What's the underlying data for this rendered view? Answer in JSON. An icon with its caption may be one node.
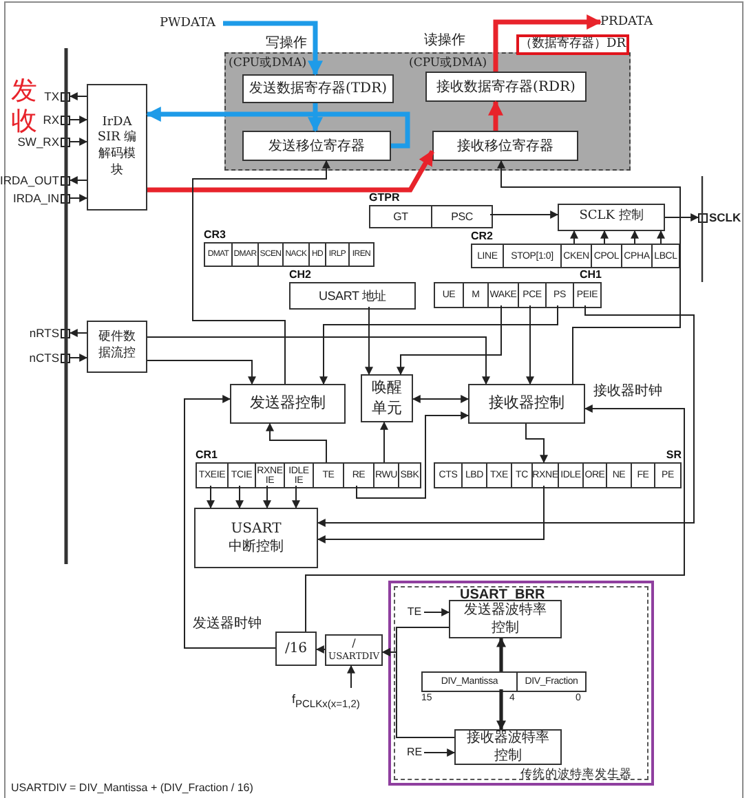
{
  "diagram": {
    "nodes": [
      {
        "text": [
          "PWDATA"
        ]
      },
      {
        "text": [
          "PRDATA"
        ]
      },
      {
        "text": [
          "(CPU或DMA)",
          "(CPU或DMA)"
        ]
      },
      {
        "text": [
          "发送数据寄存器(TDR)"
        ],
        "in": 2
      },
      {
        "text": [
          "发送移位寄存器"
        ],
        "in": 2
      },
      {
        "text": [
          "接收数据寄存器(RDR)"
        ],
        "in": 2
      },
      {
        "text": [
          "接收移位寄存器"
        ],
        "in": 2
      },
      {
        "text": [
          "IrDA SIR 编解码模块"
        ]
      },
      {
        "text": [
          "TX"
        ]
      },
      {
        "text": [
          "RX"
        ]
      },
      {
        "text": [
          "SW_RX"
        ]
      },
      {
        "text": [
          "IRDA_OUT"
        ]
      },
      {
        "text": [
          "IRDA_IN"
        ]
      },
      {
        "text": [
          "硬件数据流控"
        ]
      },
      {
        "text": [
          "nRTS"
        ]
      },
      {
        "text": [
          "nCTS"
        ]
      },
      {
        "text": [
          "GTPR",
          "GT",
          "PSC"
        ]
      },
      {
        "text": [
          "SCLK 控制"
        ]
      },
      {
        "text": [
          "SCLK"
        ]
      },
      {
        "text": [
          "CR3",
          "DMAT",
          "DMAR",
          "SCEN",
          "NACK",
          "HD",
          "IRLP",
          "IREN"
        ]
      },
      {
        "text": [
          "CH2",
          "USART 地址"
        ]
      },
      {
        "text": [
          "CR2",
          "LINE",
          "STOP[1:0]",
          "CKEN",
          "CPOL",
          "CPHA",
          "LBCL"
        ]
      },
      {
        "text": [
          "CH1",
          "UE",
          "M",
          "WAKE",
          "PCE",
          "PS",
          "PEIE"
        ]
      },
      {
        "text": [
          "发送器控制"
        ]
      },
      {
        "text": [
          "唤醒单元"
        ]
      },
      {
        "text": [
          "接收器控制"
        ]
      },
      {
        "text": [
          "CR1",
          "TXEIE",
          "TCIE",
          "RXNE IE",
          "IDLE IE",
          "TE",
          "RE",
          "RWU",
          "SBK"
        ]
      },
      {
        "text": [
          "SR",
          "CTS",
          "LBD",
          "TXE",
          "TC",
          "RXNE",
          "IDLE",
          "ORE",
          "NE",
          "FE",
          "PE"
        ]
      },
      {
        "text": [
          "USART",
          "中断控制"
        ]
      },
      {
        "text": [
          "/16"
        ]
      },
      {
        "text": [
          "/$_{USARTDIV}$"
        ]
      },
      {
        "text": [
          "f$_{PCLKx(x=1,2)}$"
        ]
      },
      {
        "text": [
          "USART_BRR",
          "传统的波特率发生器"
        ]
      },
      {
        "text": [
          "发送器波特率控制"
        ],
        "in": 32
      },
      {
        "text": [
          "DIV_Mantissa",
          "DIV_Fraction"
        ],
        "beside": [
          "15",
          "4",
          "0"
        ],
        "in": 32
      },
      {
        "text": [
          "接收器波特率控制"
        ],
        "in": 32
      },
      {
        "text": [
          "TE"
        ],
        "in": 32
      },
      {
        "text": [
          "RE"
        ],
        "in": 32
      },
      {
        "text": [
          "（数据寄存器）DR"
        ]
      }
    ],
    "edges": [
      {
        "from": 0,
        "to": 3,
        "arrow": "to",
        "style": "thick",
        "color": "#1e9be8"
      },
      {
        "from": 3,
        "to": 4,
        "arrow": "to",
        "style": "thick",
        "color": "#1e9be8"
      },
      {
        "from": 4,
        "to": 7,
        "arrow": "to",
        "style": "thick",
        "color": "#1e9be8"
      },
      {
        "from": 7,
        "to": 6,
        "arrow": "to",
        "style": "thick",
        "color": "#e8232b"
      },
      {
        "from": 6,
        "to": 5,
        "arrow": "to",
        "style": "thick",
        "color": "#e8232b"
      },
      {
        "from": 5,
        "to": 1,
        "arrow": "to",
        "style": "thick",
        "color": "#e8232b"
      },
      {
        "from": 7,
        "to": 8,
        "arrow": "to"
      },
      {
        "from": 9,
        "to": 7,
        "arrow": "to"
      },
      {
        "from": 10,
        "to": 7,
        "arrow": "to"
      },
      {
        "from": 7,
        "to": 11,
        "arrow": "to"
      },
      {
        "from": 12,
        "to": 7,
        "arrow": "to"
      },
      {
        "from": 13,
        "to": 14,
        "arrow": "to"
      },
      {
        "from": 15,
        "to": 13,
        "arrow": "to"
      },
      {
        "from": 13,
        "to": 23,
        "arrow": "to"
      },
      {
        "from": 13,
        "to": 25,
        "arrow": "to"
      },
      {
        "from": 23,
        "to": 4,
        "arrow": "to"
      },
      {
        "from": 16,
        "to": 17,
        "arrow": "to"
      },
      {
        "from": 17,
        "to": 18,
        "arrow": "to"
      },
      {
        "from": 21,
        "to": 17,
        "arrow": "to"
      },
      {
        "from": 21,
        "to": 17,
        "arrow": "to"
      },
      {
        "from": 21,
        "to": 17,
        "arrow": "to"
      },
      {
        "from": 21,
        "to": 17,
        "arrow": "to"
      },
      {
        "from": 20,
        "to": 24,
        "arrow": "to"
      },
      {
        "from": 22,
        "to": 24,
        "arrow": "to"
      },
      {
        "from": 22,
        "to": 23,
        "arrow": "to"
      },
      {
        "from": 22,
        "to": 25,
        "arrow": "to"
      },
      {
        "from": 25,
        "to": 6,
        "arrow": "to"
      },
      {
        "from": 24,
        "to": 25,
        "arrow": "both"
      },
      {
        "from": 25,
        "to": 27,
        "arrow": "to"
      },
      {
        "from": 26,
        "to": 23,
        "arrow": "to"
      },
      {
        "from": 26,
        "to": 25,
        "arrow": "to"
      },
      {
        "from": 26,
        "to": 24,
        "arrow": "to"
      },
      {
        "from": 26,
        "to": 28,
        "arrow": "to"
      },
      {
        "from": 26,
        "to": 28,
        "arrow": "to"
      },
      {
        "from": 26,
        "to": 28,
        "arrow": "to"
      },
      {
        "from": 26,
        "to": 28,
        "arrow": "to"
      },
      {
        "from": 27,
        "to": 28,
        "arrow": "to"
      },
      {
        "from": 22,
        "to": 28,
        "arrow": "to"
      },
      {
        "from": 29,
        "to": 23,
        "arrow": "to",
        "label": "发送器时钟"
      },
      {
        "from": 29,
        "to": 25,
        "arrow": "to",
        "label": "接收器时钟"
      },
      {
        "from": 30,
        "to": 29,
        "arrow": "to"
      },
      {
        "from": 31,
        "to": 30,
        "arrow": "to"
      },
      {
        "from": 33,
        "to": 30,
        "arrow": "to"
      },
      {
        "from": 35,
        "to": 30,
        "arrow": "to"
      },
      {
        "from": 36,
        "to": 33,
        "arrow": "to"
      },
      {
        "from": 37,
        "to": 35,
        "arrow": "to"
      },
      {
        "from": 34,
        "to": 33,
        "arrow": "to",
        "style": "thick"
      },
      {
        "from": 34,
        "to": 35,
        "arrow": "to",
        "style": "thick"
      }
    ],
    "labels": [
      "写操作",
      "读操作",
      "发",
      "收",
      "USARTDIV = DIV_Mantissa + (DIV_Fraction / 16)"
    ]
  }
}
